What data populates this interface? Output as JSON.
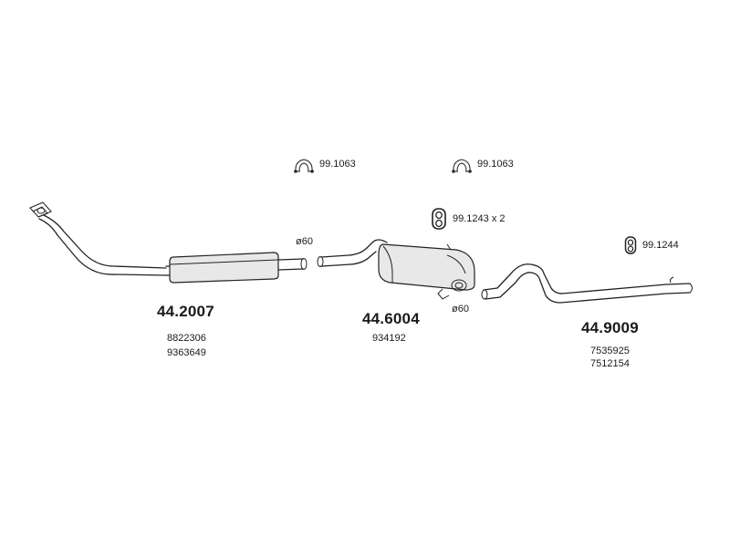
{
  "clamps": [
    {
      "code": "99.1063",
      "icon": "clamp-icon"
    },
    {
      "code": "99.1063",
      "icon": "clamp-icon"
    }
  ],
  "mounts": [
    {
      "code": "99.1243 x 2",
      "icon": "rubber-mount-icon"
    },
    {
      "code": "99.1244",
      "icon": "rubber-mount-icon"
    }
  ],
  "diameters": [
    "ø60",
    "ø60"
  ],
  "sections": [
    {
      "part_number": "44.2007",
      "oem_refs": [
        "8822306",
        "9363649"
      ]
    },
    {
      "part_number": "44.6004",
      "oem_refs": [
        "934192"
      ]
    },
    {
      "part_number": "44.9009",
      "oem_refs": [
        "7535925",
        "7512154"
      ]
    }
  ]
}
